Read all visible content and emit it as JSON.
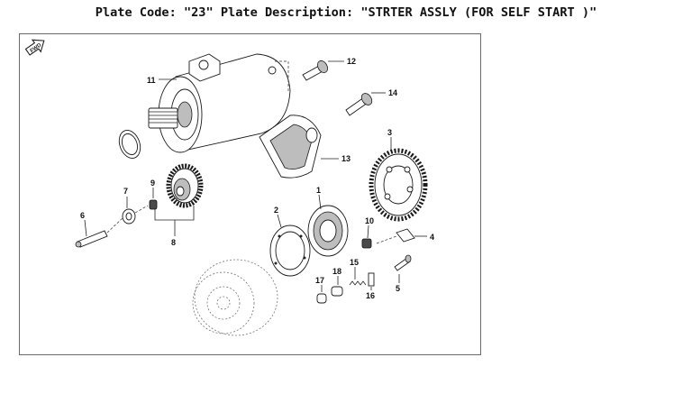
{
  "header": {
    "title": "Plate Code: \"23\" Plate Description: \"STRTER ASSLY (FOR SELF START )\""
  },
  "diagram": {
    "fwd_icon": "fwd-arrow-icon",
    "callouts": {
      "c1": "1",
      "c2": "2",
      "c3": "3",
      "c4": "4",
      "c5": "5",
      "c6": "6",
      "c7": "7",
      "c8": "8",
      "c9": "9",
      "c10": "10",
      "c11": "11",
      "c12": "12",
      "c13": "13",
      "c14": "14",
      "c15": "15",
      "c16": "16",
      "c17": "17",
      "c18": "18"
    }
  }
}
